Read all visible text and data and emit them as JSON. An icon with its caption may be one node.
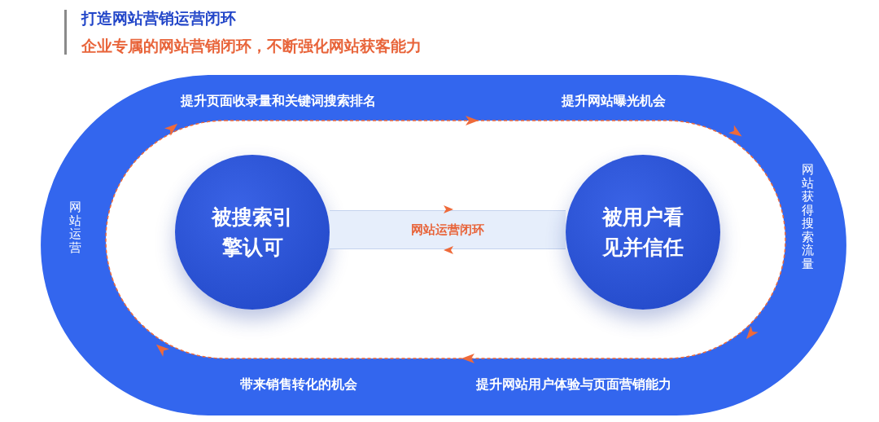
{
  "diagram": {
    "title": "打造网站营销运营闭环",
    "nodes": [
      {
        "text": [
          "被搜索引擎认可"
        ]
      },
      {
        "text": [
          "网站运营闭环"
        ]
      },
      {
        "text": [
          "被用户看见并信任"
        ]
      }
    ],
    "labels": [
      "企业专属的网站营销闭环，不断强化网站获客能力",
      "提升页面收录量和关键词搜索排名",
      "提升网站曝光机会",
      "网站运营",
      "网站获得搜索流量",
      "带来销售转化的机会",
      "提升网站用户体验与页面营销能力"
    ]
  }
}
